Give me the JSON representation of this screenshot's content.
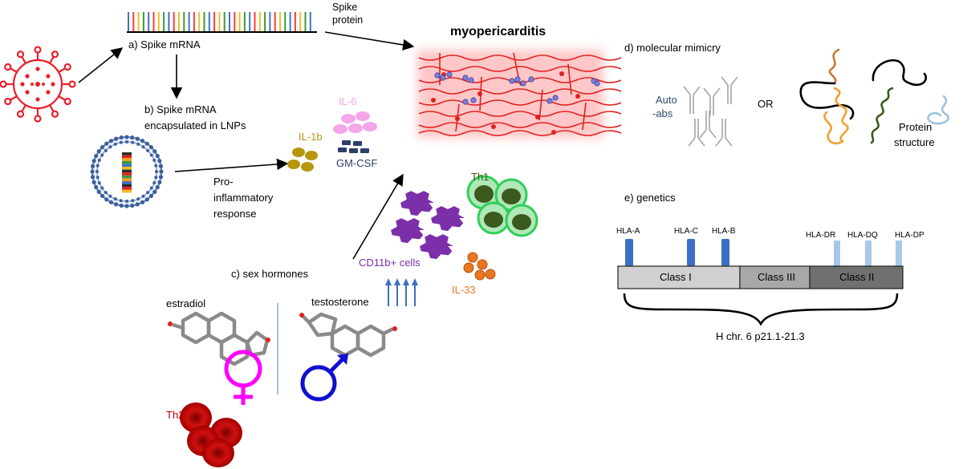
{
  "labels": {
    "spike_mrna": "a) Spike mRNA",
    "spike_protein_1": "Spike",
    "spike_protein_2": "protein",
    "myopericarditis": "myopericarditis",
    "encapsulated_1": "b) Spike mRNA",
    "encapsulated_2": "encapsulated in LNPs",
    "il6": "IL-6",
    "il1b": "IL-1b",
    "gmcsf": "GM-CSF",
    "proinflammatory_1": "Pro-",
    "proinflammatory_2": "inflammatory",
    "proinflammatory_3": "response",
    "th1": "Th1",
    "cd11b": "CD11b+ cells",
    "il33": "IL-33",
    "sex_hormones": "c) sex hormones",
    "estradiol": "estradiol",
    "testosterone": "testosterone",
    "th2": "Th2",
    "molecular_mimicry": "d) molecular mimicry",
    "autoabs_1": "Auto",
    "autoabs_2": "-abs",
    "or": "OR",
    "protein_structure_1": "Protein",
    "protein_structure_2": "structure",
    "genetics": "e) genetics",
    "hla_a": "HLA-A",
    "hla_c": "HLA-C",
    "hla_b": "HLA-B",
    "hla_dr": "HLA-DR",
    "hla_dq": "HLA-DQ",
    "hla_dp": "HLA-DP",
    "class1": "Class I",
    "class3": "Class III",
    "class2": "Class II",
    "chromosome": "H chr. 6 p21.1-21.3"
  },
  "colors": {
    "virus": "#e8202a",
    "arrow": "#000000",
    "il6": "#f4a6e8",
    "il1b": "#b8960c",
    "gmcsf": "#2c3e6b",
    "th1_outer": "#2fcf5a",
    "th1_inner": "#3a5a1e",
    "cd11b": "#7b2fa8",
    "il33": "#e8771f",
    "th2": "#c00000",
    "female": "#ff00ff",
    "male": "#1010d0",
    "hla_dark": "#3a6fc4",
    "hla_light": "#a6c8e8",
    "class1": "#d0d0d0",
    "class3": "#a8a8a8",
    "class2": "#707070",
    "autoabs": "#2c4a6b"
  },
  "mrna_colors": [
    "#4472c4",
    "#ff3b3b",
    "#f0c020",
    "#3a9a3a",
    "#4472c4",
    "#ff3b3b",
    "#f0c020",
    "#3a9a3a"
  ],
  "icons": [
    "virus-icon",
    "mrna-strand-icon",
    "lipid-nanoparticle-icon",
    "heart-tissue-icon",
    "antibody-icon",
    "protein-structure-icon",
    "female-symbol-icon",
    "male-symbol-icon",
    "estradiol-molecule-icon",
    "testosterone-molecule-icon",
    "brace-icon"
  ]
}
